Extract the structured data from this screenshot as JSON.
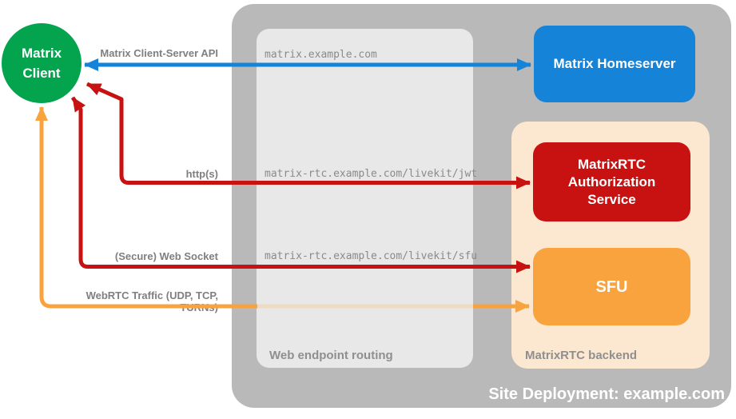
{
  "client": {
    "lines": [
      "Matrix",
      "Client"
    ]
  },
  "homeserver": {
    "label": "Matrix Homeserver"
  },
  "auth_service": {
    "lines": [
      "MatrixRTC",
      "Authorization",
      "Service"
    ]
  },
  "sfu": {
    "label": "SFU"
  },
  "site": {
    "label": "Site Deployment: example.com"
  },
  "routing": {
    "label": "Web endpoint routing",
    "endpoints": [
      "matrix.example.com",
      "matrix-rtc.example.com/livekit/jwt",
      "matrix-rtc.example.com/livekit/sfu"
    ]
  },
  "backend": {
    "label": "MatrixRTC backend"
  },
  "connections": {
    "cs_api": {
      "label": "Matrix Client-Server API",
      "color": "#1583d8",
      "style": "bidirectional"
    },
    "https": {
      "label": "http(s)",
      "color": "#c81212",
      "style": "bidirectional"
    },
    "websocket": {
      "label": "(Secure) Web Socket",
      "color": "#c81212",
      "style": "bidirectional"
    },
    "webrtc": {
      "label": "WebRTC Traffic (UDP, TCP, TURNs)",
      "color": "#f8a33d",
      "style": "bidirectional"
    }
  },
  "colors": {
    "client_green": "#04a44e",
    "homeserver_blue": "#1583d8",
    "auth_red": "#c81212",
    "sfu_orange": "#f8a33d",
    "backend_peach": "#fce7d0",
    "site_gray": "#b9b9b9",
    "routing_gray": "#e8e8e8",
    "label_gray": "#7f7f7f",
    "faded_orange": "#eedbc2"
  }
}
